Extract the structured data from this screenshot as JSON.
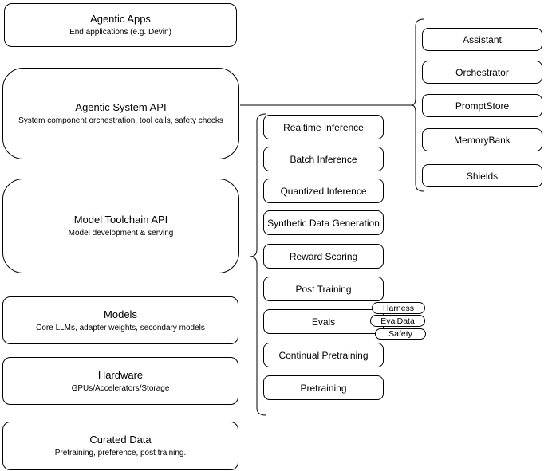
{
  "diagram": {
    "left_boxes": [
      {
        "title": "Agentic Apps",
        "subtitle": "End applications (e.g. Devin)"
      },
      {
        "title": "Agentic System API",
        "subtitle": "System component orchestration, tool calls, safety checks"
      },
      {
        "title": "Model Toolchain API",
        "subtitle": "Model development & serving"
      },
      {
        "title": "Models",
        "subtitle": "Core LLMs, adapter weights, secondary models"
      },
      {
        "title": "Hardware",
        "subtitle": "GPUs/Accelerators/Storage"
      },
      {
        "title": "Curated Data",
        "subtitle": "Pretraining, preference, post training."
      }
    ],
    "toolchain_items": [
      "Realtime Inference",
      "Batch Inference",
      "Quantized Inference",
      "Synthetic Data Generation",
      "Reward Scoring",
      "Post Training",
      "Evals",
      "Continual Pretraining",
      "Pretraining"
    ],
    "eval_tags": [
      "Harness",
      "EvalData",
      "Safety"
    ],
    "system_components": [
      "Assistant",
      "Orchestrator",
      "PromptStore",
      "MemoryBank",
      "Shields"
    ],
    "colors": {
      "stroke": "#000000",
      "fill": "#ffffff",
      "background": "#ffffff"
    }
  }
}
